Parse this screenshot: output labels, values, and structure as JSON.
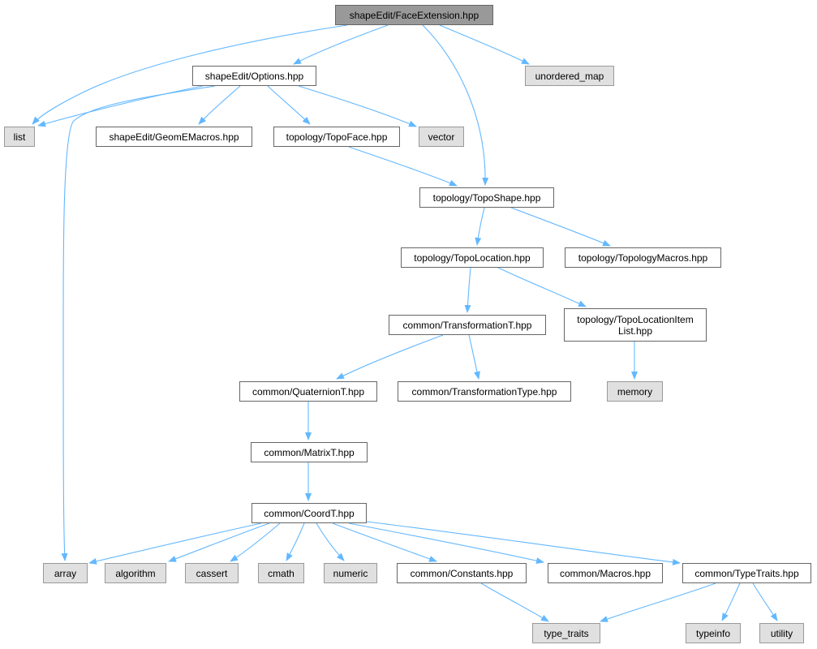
{
  "colors": {
    "edge": "#63b8ff",
    "node_border": "#666666",
    "system_node_fill": "#e0e0e0",
    "system_node_border": "#999999",
    "root_node_fill": "#999999",
    "node_fill": "#ffffff"
  },
  "nodes": [
    {
      "id": "root",
      "kind": "root",
      "lines": [
        "shapeEdit/FaceExtension.hpp"
      ]
    },
    {
      "id": "options",
      "kind": "file",
      "lines": [
        "shapeEdit/Options.hpp"
      ]
    },
    {
      "id": "unordered_map",
      "kind": "system",
      "lines": [
        "unordered_map"
      ]
    },
    {
      "id": "list",
      "kind": "system",
      "lines": [
        "list"
      ]
    },
    {
      "id": "geomemacros",
      "kind": "file",
      "lines": [
        "shapeEdit/GeomEMacros.hpp"
      ]
    },
    {
      "id": "topoface",
      "kind": "file",
      "lines": [
        "topology/TopoFace.hpp"
      ]
    },
    {
      "id": "vector",
      "kind": "system",
      "lines": [
        "vector"
      ]
    },
    {
      "id": "toposhape",
      "kind": "file",
      "lines": [
        "topology/TopoShape.hpp"
      ]
    },
    {
      "id": "topolocation",
      "kind": "file",
      "lines": [
        "topology/TopoLocation.hpp"
      ]
    },
    {
      "id": "topologymacros",
      "kind": "file",
      "lines": [
        "topology/TopologyMacros.hpp"
      ]
    },
    {
      "id": "transformationt",
      "kind": "file",
      "lines": [
        "common/TransformationT.hpp"
      ]
    },
    {
      "id": "topolocationitemlist",
      "kind": "file",
      "lines": [
        "topology/TopoLocationItem",
        "List.hpp"
      ]
    },
    {
      "id": "quaterniont",
      "kind": "file",
      "lines": [
        "common/QuaternionT.hpp"
      ]
    },
    {
      "id": "transformationtype",
      "kind": "file",
      "lines": [
        "common/TransformationType.hpp"
      ]
    },
    {
      "id": "memory",
      "kind": "system",
      "lines": [
        "memory"
      ]
    },
    {
      "id": "matrixt",
      "kind": "file",
      "lines": [
        "common/MatrixT.hpp"
      ]
    },
    {
      "id": "coordt",
      "kind": "file",
      "lines": [
        "common/CoordT.hpp"
      ]
    },
    {
      "id": "array",
      "kind": "system",
      "lines": [
        "array"
      ]
    },
    {
      "id": "algorithm",
      "kind": "system",
      "lines": [
        "algorithm"
      ]
    },
    {
      "id": "cassert",
      "kind": "system",
      "lines": [
        "cassert"
      ]
    },
    {
      "id": "cmath",
      "kind": "system",
      "lines": [
        "cmath"
      ]
    },
    {
      "id": "numeric",
      "kind": "system",
      "lines": [
        "numeric"
      ]
    },
    {
      "id": "constants",
      "kind": "file",
      "lines": [
        "common/Constants.hpp"
      ]
    },
    {
      "id": "macros",
      "kind": "file",
      "lines": [
        "common/Macros.hpp"
      ]
    },
    {
      "id": "typetraits",
      "kind": "file",
      "lines": [
        "common/TypeTraits.hpp"
      ]
    },
    {
      "id": "type_traits",
      "kind": "system",
      "lines": [
        "type_traits"
      ]
    },
    {
      "id": "typeinfo",
      "kind": "system",
      "lines": [
        "typeinfo"
      ]
    },
    {
      "id": "utility",
      "kind": "system",
      "lines": [
        "utility"
      ]
    }
  ],
  "edges": [
    [
      "root",
      "options"
    ],
    [
      "root",
      "list"
    ],
    [
      "root",
      "unordered_map"
    ],
    [
      "root",
      "toposhape"
    ],
    [
      "options",
      "list"
    ],
    [
      "options",
      "geomemacros"
    ],
    [
      "options",
      "topoface"
    ],
    [
      "options",
      "vector"
    ],
    [
      "options",
      "array"
    ],
    [
      "topoface",
      "toposhape"
    ],
    [
      "toposhape",
      "topolocation"
    ],
    [
      "toposhape",
      "topologymacros"
    ],
    [
      "topolocation",
      "transformationt"
    ],
    [
      "topolocation",
      "topolocationitemlist"
    ],
    [
      "transformationt",
      "quaterniont"
    ],
    [
      "transformationt",
      "transformationtype"
    ],
    [
      "topolocationitemlist",
      "memory"
    ],
    [
      "quaterniont",
      "matrixt"
    ],
    [
      "matrixt",
      "coordt"
    ],
    [
      "coordt",
      "array"
    ],
    [
      "coordt",
      "algorithm"
    ],
    [
      "coordt",
      "cassert"
    ],
    [
      "coordt",
      "cmath"
    ],
    [
      "coordt",
      "numeric"
    ],
    [
      "coordt",
      "constants"
    ],
    [
      "coordt",
      "macros"
    ],
    [
      "coordt",
      "typetraits"
    ],
    [
      "constants",
      "type_traits"
    ],
    [
      "typetraits",
      "type_traits"
    ],
    [
      "typetraits",
      "typeinfo"
    ],
    [
      "typetraits",
      "utility"
    ]
  ]
}
